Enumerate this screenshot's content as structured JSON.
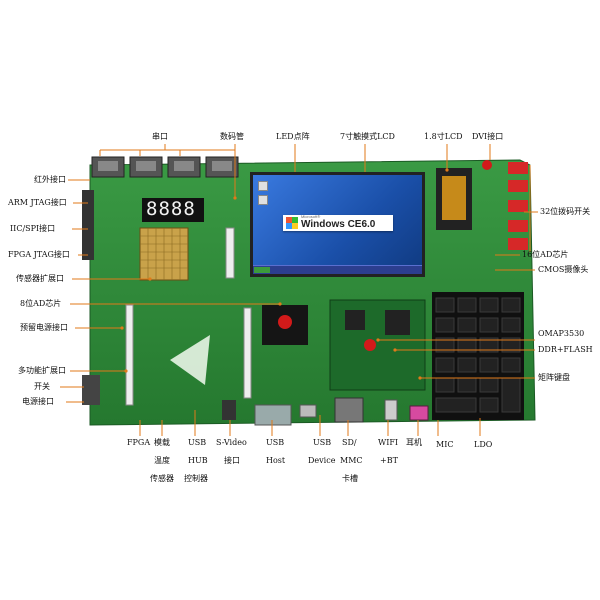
{
  "labels": {
    "serial_port": "串口",
    "seven_seg": "数码管",
    "led_matrix": "LED点阵",
    "lcd7": "7寸触摸式LCD",
    "lcd18": "1.8寸LCD",
    "dvi": "DVI接口",
    "infrared": "红外接口",
    "arm_jtag": "ARM JTAG接口",
    "iic_spi": "IIC/SPI接口",
    "fpga_jtag": "FPGA JTAG接口",
    "sensor_ext": "传感器扩展口",
    "ad8": "8位AD芯片",
    "reserved_power": "预留电源接口",
    "multi_ext": "多功能扩展口",
    "switch": "开关",
    "power_if": "电源接口",
    "dip32": "32位拨码开关",
    "ad16": "16位AD芯片",
    "cmos": "CMOS摄像头",
    "omap": "OMAP3530",
    "ddr": "DDR+FLASH",
    "keypad": "矩阵键盘",
    "fpga": "FPGA",
    "module_l1": "模载",
    "module_l2": "温度",
    "module_l3": "传感器",
    "usbhub_l1": "USB",
    "usbhub_l2": "HUB",
    "usbhub_l3": "控制器",
    "svideo_l1": "S-Video",
    "svideo_l2": "接口",
    "usbhost_l1": "USB",
    "usbhost_l2": "Host",
    "usbdev_l1": "USB",
    "usbdev_l2": "Device",
    "sd_l1": "SD/",
    "sd_l2": "MMC",
    "sd_l3": "卡槽",
    "wifi_l1": "WIFI",
    "wifi_l2": "+BT",
    "earphone": "耳机",
    "mic": "MIC",
    "ldo": "LDO"
  },
  "screen": {
    "brand": "Windows CE6.0",
    "ms": "Microsoft®"
  },
  "seven_seg_digits": "8888",
  "colors": {
    "pcb": "#2f8a3a",
    "pcb_dark": "#1f6a2a",
    "pointer": "#e07a1a",
    "screen": "#1d5fbf",
    "keypad": "#151515"
  }
}
